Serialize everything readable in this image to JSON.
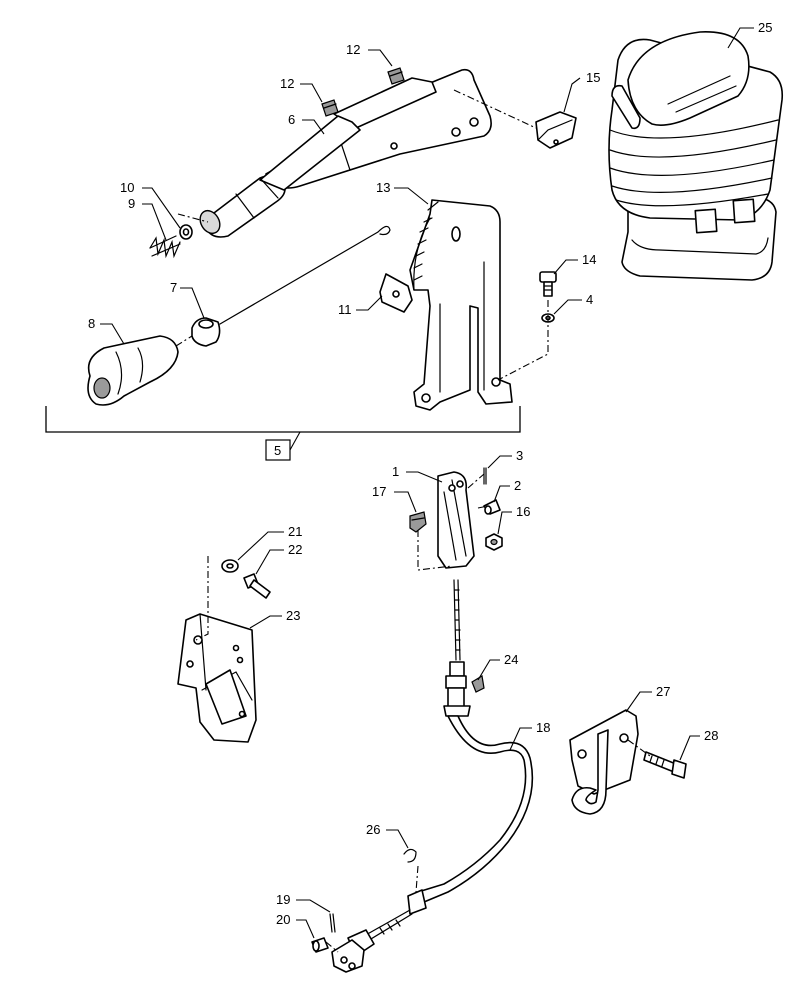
{
  "callouts": {
    "c1": "1",
    "c2": "2",
    "c3": "3",
    "c4": "4",
    "c5": "5",
    "c6": "6",
    "c7": "7",
    "c8": "8",
    "c9": "9",
    "c10": "10",
    "c11": "11",
    "c12a": "12",
    "c12b": "12",
    "c13": "13",
    "c14": "14",
    "c15": "15",
    "c16": "16",
    "c17": "17",
    "c18": "18",
    "c19": "19",
    "c20": "20",
    "c21": "21",
    "c22": "22",
    "c23": "23",
    "c24": "24",
    "c25": "25",
    "c26": "26",
    "c27": "27",
    "c28": "28"
  }
}
